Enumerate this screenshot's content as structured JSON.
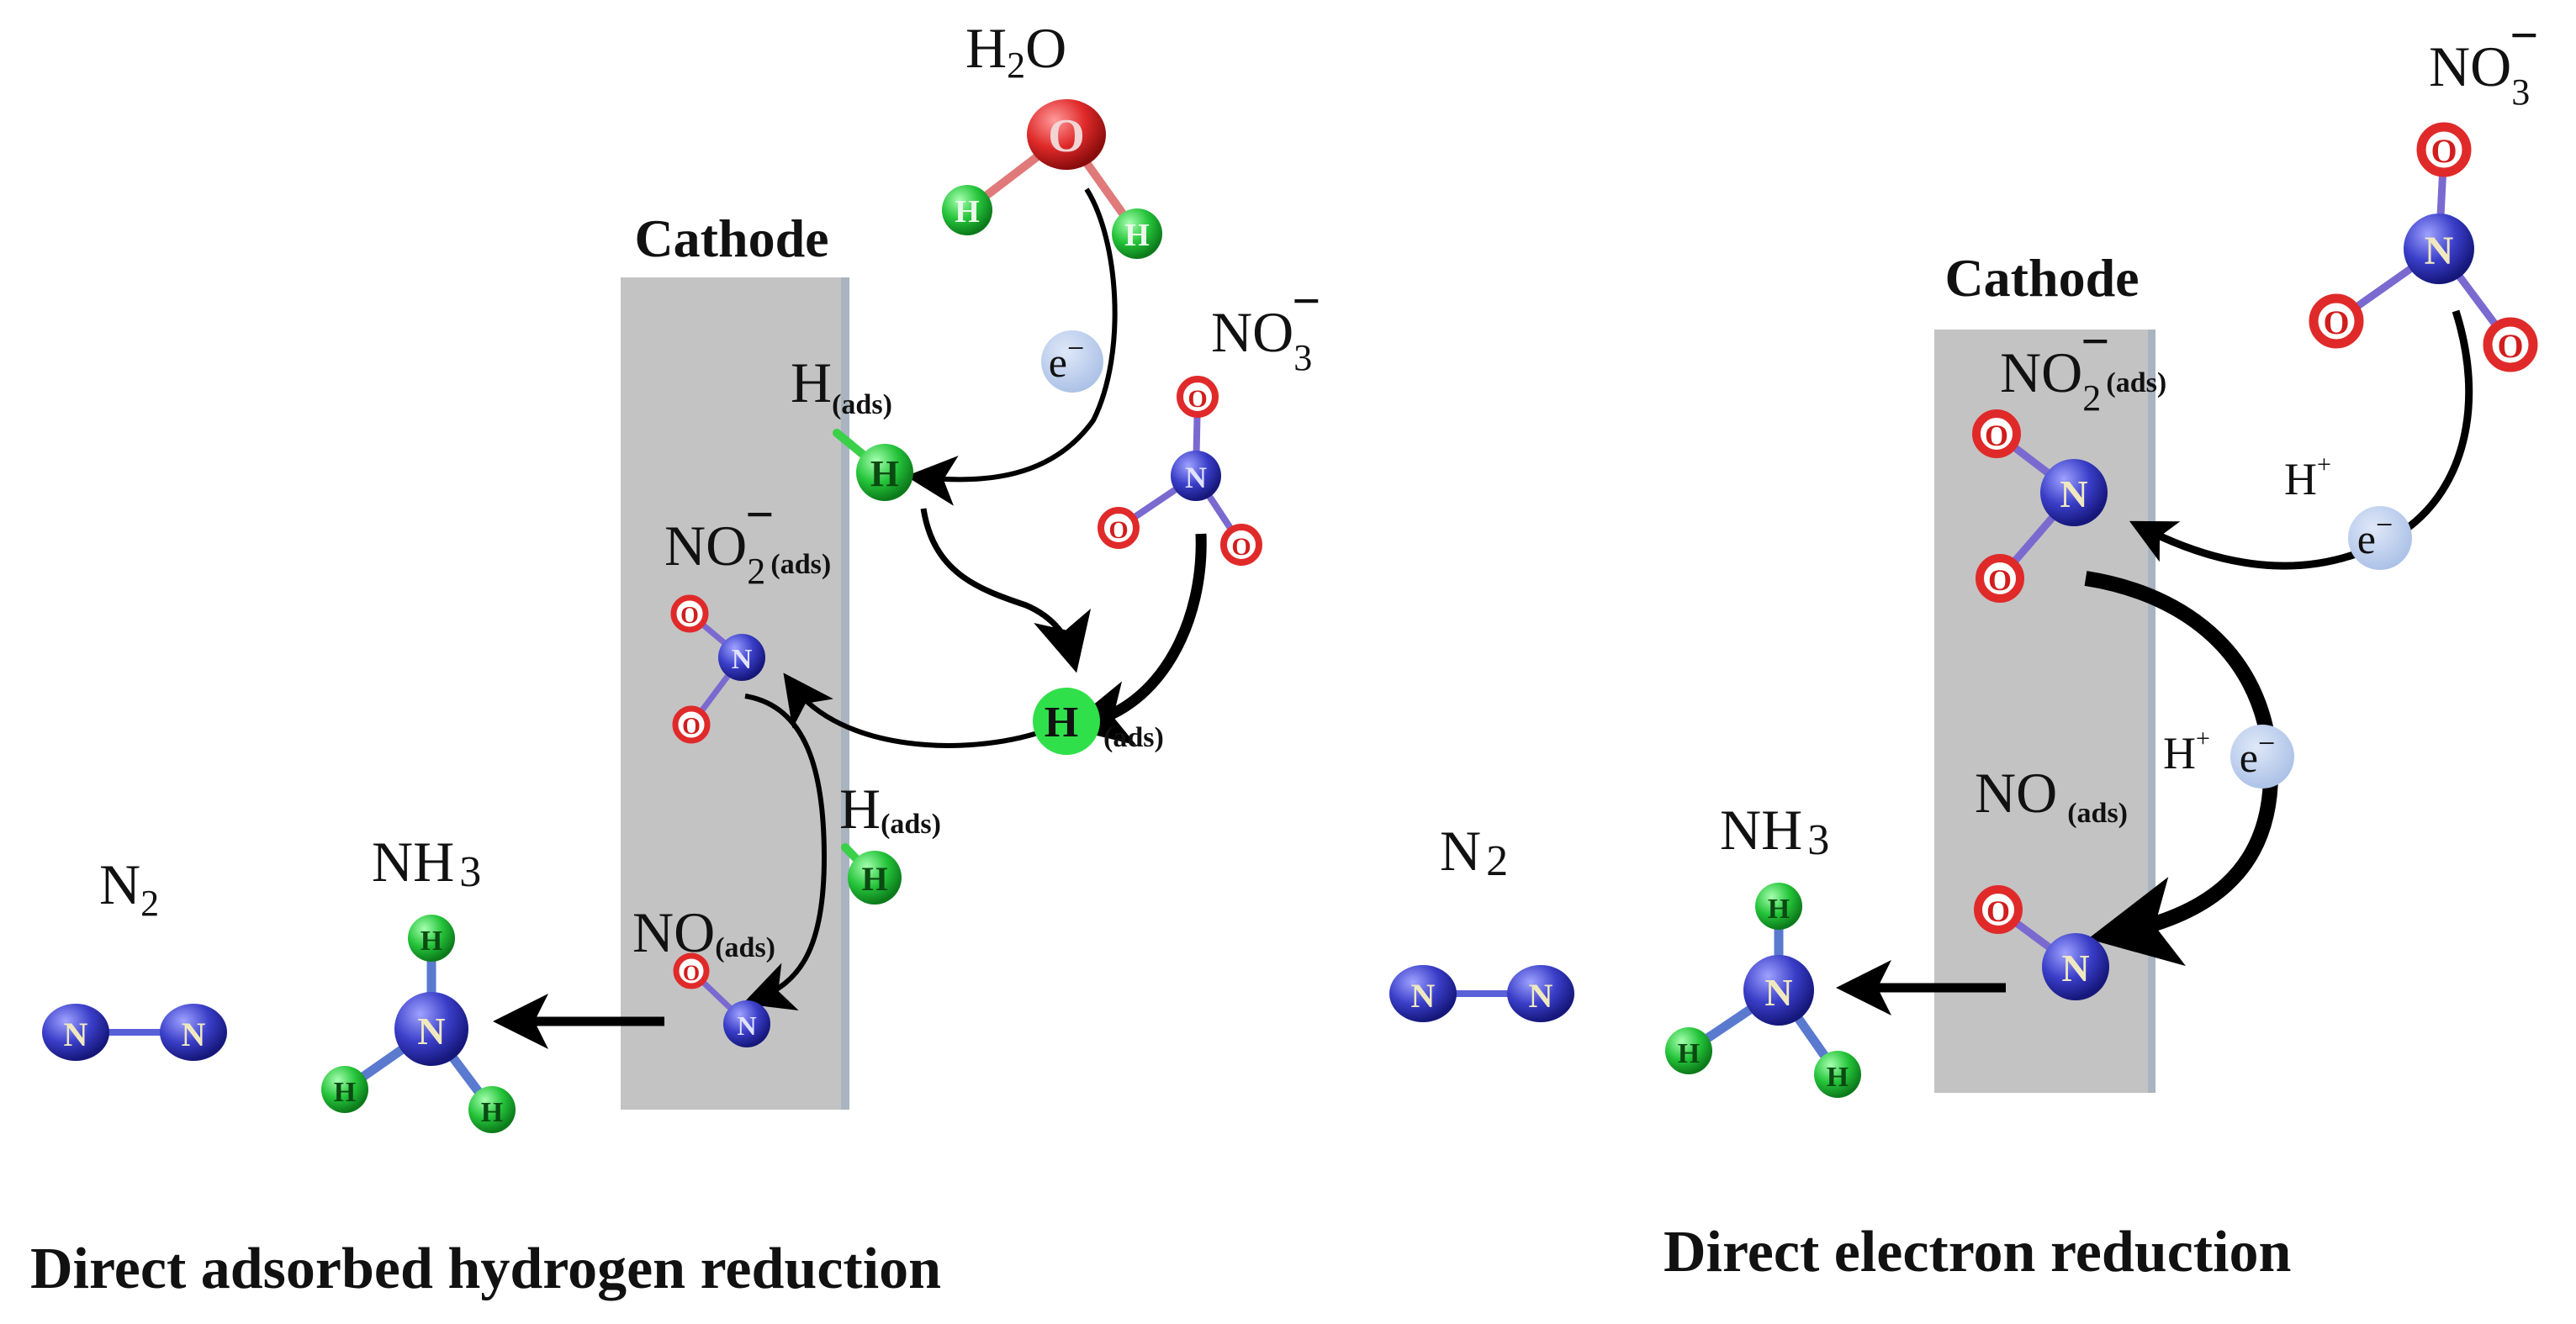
{
  "colors": {
    "electrode": "#c3c3c3",
    "electrode_edge": "#a8b4bf",
    "oxygen": "#e02a2a",
    "nitrogen": "#3a3ec8",
    "hydrogen": "#25c43a",
    "electron": "#b7caeb",
    "arrow": "#000000"
  },
  "left_panel": {
    "electrode_label": "Cathode",
    "title": "Direct adsorbed hydrogen reduction",
    "species": {
      "water": {
        "main": "H",
        "sub": "2",
        "tail": "O"
      },
      "h_ads_1": {
        "main": "H",
        "sub": "(ads)"
      },
      "nitrate": {
        "main": "NO",
        "sub": "3",
        "sup": "−"
      },
      "nitrite_ads": {
        "main": "NO",
        "sub": "2",
        "sup": "−",
        "ads": "(ads)"
      },
      "h_ads_2": {
        "main": "H",
        "sub": "(ads)"
      },
      "h_ads_3": {
        "main": "H",
        "sub": "(ads)"
      },
      "no_ads": {
        "main": "NO",
        "sub": "(ads)"
      },
      "nitrogen": {
        "main": "N",
        "sub": "2"
      },
      "ammonia": {
        "main": "NH",
        "sub": "3"
      }
    },
    "electron": "e",
    "electron_sup": "−"
  },
  "right_panel": {
    "electrode_label": "Cathode",
    "title": "Direct electron reduction",
    "species": {
      "nitrate": {
        "main": "NO",
        "sub": "3",
        "sup": "−"
      },
      "nitrite_ads": {
        "main": "NO",
        "sub": "2",
        "sup": "−",
        "ads": "(ads)"
      },
      "no_ads": {
        "main": "NO",
        "sub": "(ads)"
      },
      "nitrogen": {
        "main": "N",
        "sub": "2"
      },
      "ammonia": {
        "main": "NH",
        "sub": "3"
      }
    },
    "proton_1": {
      "main": "H",
      "sup": "+"
    },
    "proton_2": {
      "main": "H",
      "sup": "+"
    },
    "electron": "e",
    "electron_sup": "−"
  },
  "atoms": {
    "O": "O",
    "N": "N",
    "H": "H"
  }
}
